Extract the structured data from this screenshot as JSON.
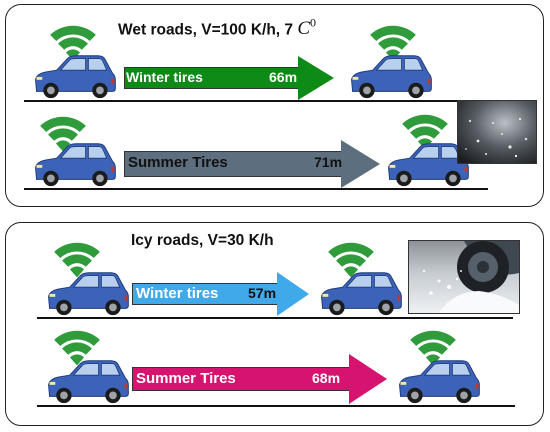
{
  "panels": {
    "wet": {
      "title": "Wet roads, V=100 K/h, 7",
      "unit_symbol": "C",
      "unit_superscript": "0",
      "rows": {
        "winter": {
          "label": "Winter tires",
          "distance": "66m",
          "color": "#0e8a16"
        },
        "summer": {
          "label": "Summer Tires",
          "distance": "71m",
          "color": "#5d6f7e"
        }
      }
    },
    "icy": {
      "title": "Icy roads, V=30 K/h",
      "rows": {
        "winter": {
          "label": "Winter tires",
          "distance": "57m",
          "color": "#3fa9ea"
        },
        "summer": {
          "label": "Summer Tires",
          "distance": "68m",
          "color": "#d6136f"
        }
      }
    }
  },
  "colors": {
    "car_body": "#3d63b8",
    "wifi": "#2f9b3a"
  }
}
